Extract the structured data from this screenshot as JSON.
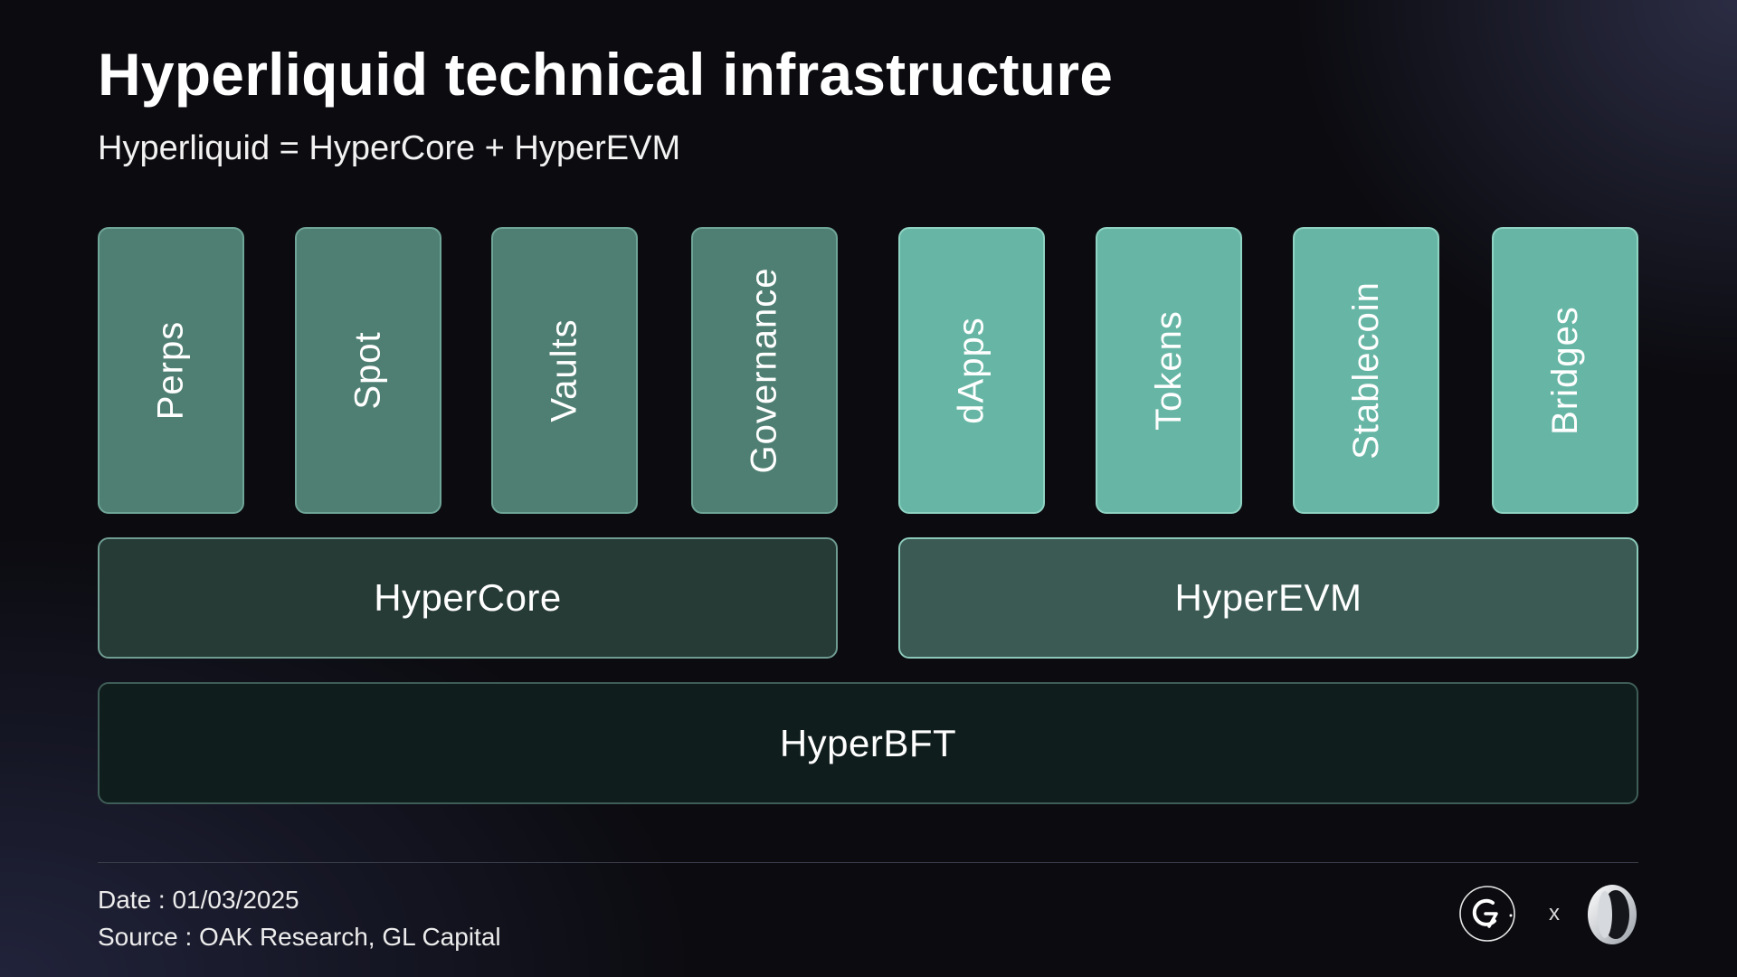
{
  "header": {
    "title": "Hyperliquid technical infrastructure",
    "subtitle": "Hyperliquid = HyperCore + HyperEVM"
  },
  "diagram": {
    "hypercore_components": [
      {
        "label": "Perps"
      },
      {
        "label": "Spot"
      },
      {
        "label": "Vaults"
      },
      {
        "label": "Governance"
      }
    ],
    "hyperevm_components": [
      {
        "label": "dApps"
      },
      {
        "label": "Tokens"
      },
      {
        "label": "Stablecoin"
      },
      {
        "label": "Bridges"
      }
    ],
    "hypercore_label": "HyperCore",
    "hyperevm_label": "HyperEVM",
    "consensus_label": "HyperBFT",
    "colors": {
      "core_component": "#4f7f72",
      "evm_component": "#67b6a5",
      "hypercore_layer": "#263a36",
      "hyperevm_layer": "#3a5a53",
      "consensus_layer": "#0f1d1c"
    }
  },
  "footer": {
    "date": "Date : 01/03/2025",
    "source": "Source : OAK Research, GL Capital",
    "separator": "x",
    "logos": [
      "gl-capital-logo",
      "oak-research-logo"
    ]
  }
}
